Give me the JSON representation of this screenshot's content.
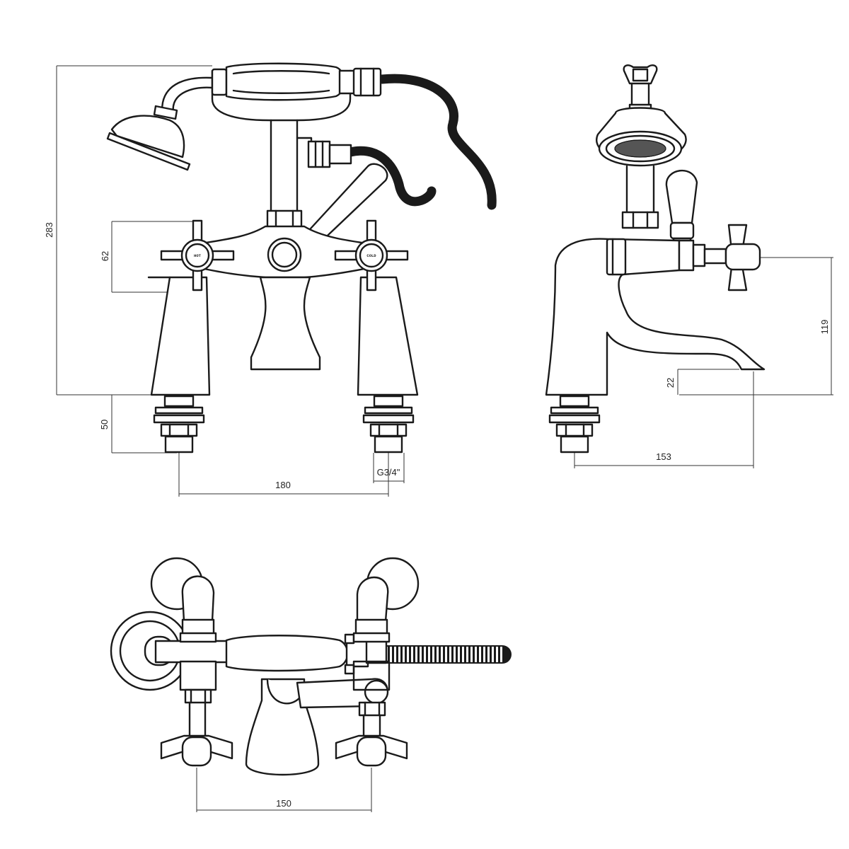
{
  "drawing": {
    "front_view": {
      "dimensions": {
        "total_height": "283",
        "handle_height": "62",
        "tail_length": "50",
        "centres": "180",
        "thread": "G3/4\""
      },
      "labels": {
        "hot": "HOT",
        "cold": "COLD"
      }
    },
    "side_view": {
      "dimensions": {
        "spout_height": "119",
        "spout_clearance": "22",
        "projection": "153"
      }
    },
    "top_view": {
      "dimensions": {
        "centres": "150"
      }
    }
  }
}
